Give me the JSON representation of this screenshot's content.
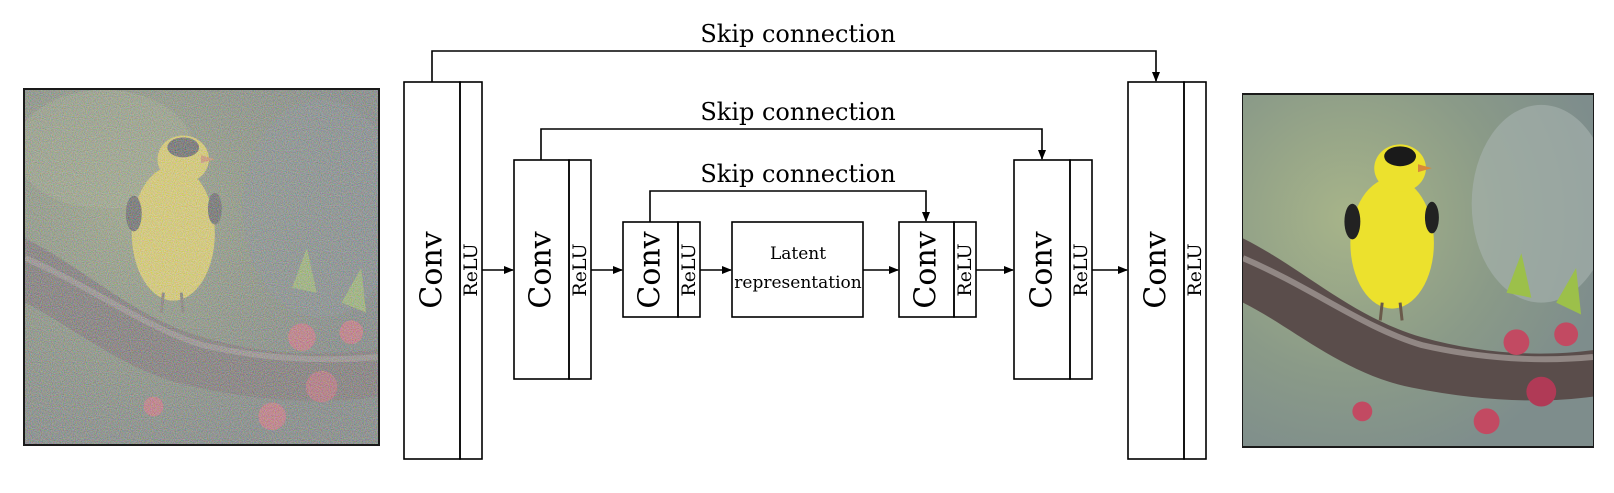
{
  "diagram": {
    "skip_connection_labels": [
      "Skip connection",
      "Skip connection",
      "Skip connection"
    ],
    "encoder_blocks": [
      {
        "conv_label": "Conv",
        "act_label": "ReLU"
      },
      {
        "conv_label": "Conv",
        "act_label": "ReLU"
      },
      {
        "conv_label": "Conv",
        "act_label": "ReLU"
      }
    ],
    "bottleneck": {
      "line1": "Latent",
      "line2": "representation"
    },
    "decoder_blocks": [
      {
        "conv_label": "Conv",
        "act_label": "ReLU"
      },
      {
        "conv_label": "Conv",
        "act_label": "ReLU"
      },
      {
        "conv_label": "Conv",
        "act_label": "ReLU"
      }
    ]
  },
  "images": {
    "input_image": "noisy-bird-photo",
    "output_image": "denoised-bird-photo"
  },
  "colors": {
    "line": "#000000",
    "bird_yellow": "#e3d32a",
    "branch": "#5a4d4b",
    "blossom": "#c24a62"
  }
}
